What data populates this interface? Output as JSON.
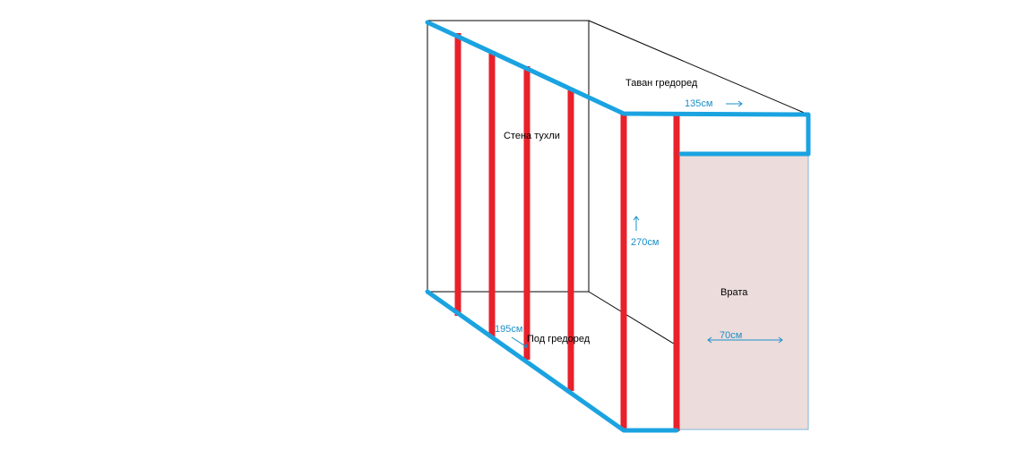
{
  "labels": {
    "ceiling": "Таван гредоред",
    "wall": "Стена тухли",
    "floor": "Под гредоред",
    "door": "Врата"
  },
  "dimensions": {
    "width_top": "135см",
    "height": "270см",
    "depth": "195см",
    "door_width": "70см"
  },
  "colors": {
    "outline": "#000000",
    "beam_blue": "#1aa3e0",
    "stud_red": "#e8212b",
    "door_fill": "#ecdcdc",
    "dim_text": "#1a8fc9"
  }
}
